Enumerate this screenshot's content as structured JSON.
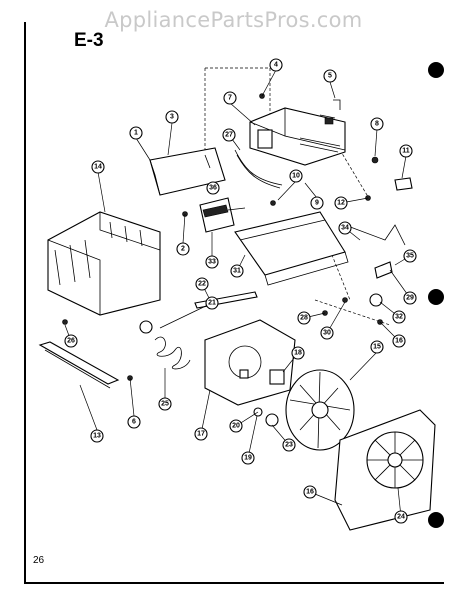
{
  "watermark": "AppliancePartsPros.com",
  "section_label": "E-3",
  "page_number": "26",
  "callouts": [
    "1",
    "2",
    "3",
    "4",
    "5",
    "6",
    "7",
    "8",
    "9",
    "10",
    "11",
    "12",
    "13",
    "14",
    "15",
    "16",
    "16",
    "17",
    "18",
    "19",
    "20",
    "21",
    "22",
    "23",
    "24",
    "25",
    "26",
    "27",
    "28",
    "29",
    "30",
    "31",
    "32",
    "33",
    "34",
    "35",
    "36",
    "16"
  ]
}
